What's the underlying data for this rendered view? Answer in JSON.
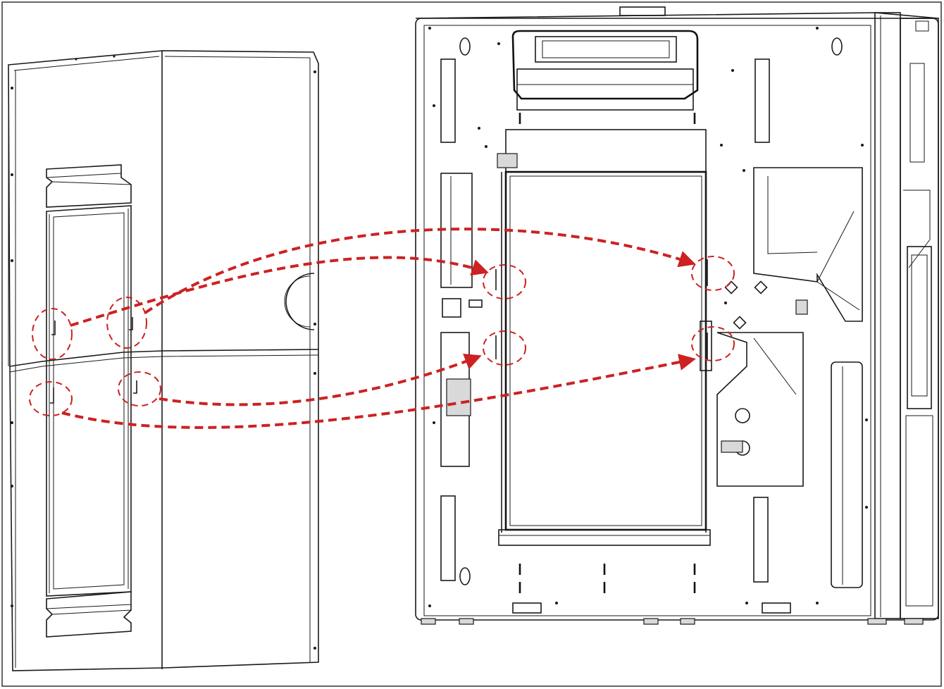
{
  "diagram": {
    "frame_color": "#333333",
    "accent_color": "#cc2222",
    "connections": [
      {
        "from": "door-upper-left-hinge",
        "to": "cabinet-left-upper-slot"
      },
      {
        "from": "door-upper-right-hinge",
        "to": "cabinet-right-upper-slot"
      },
      {
        "from": "door-lower-right-hinge",
        "to": "cabinet-left-lower-slot"
      },
      {
        "from": "door-lower-left-hinge",
        "to": "cabinet-right-lower-slot"
      }
    ]
  }
}
